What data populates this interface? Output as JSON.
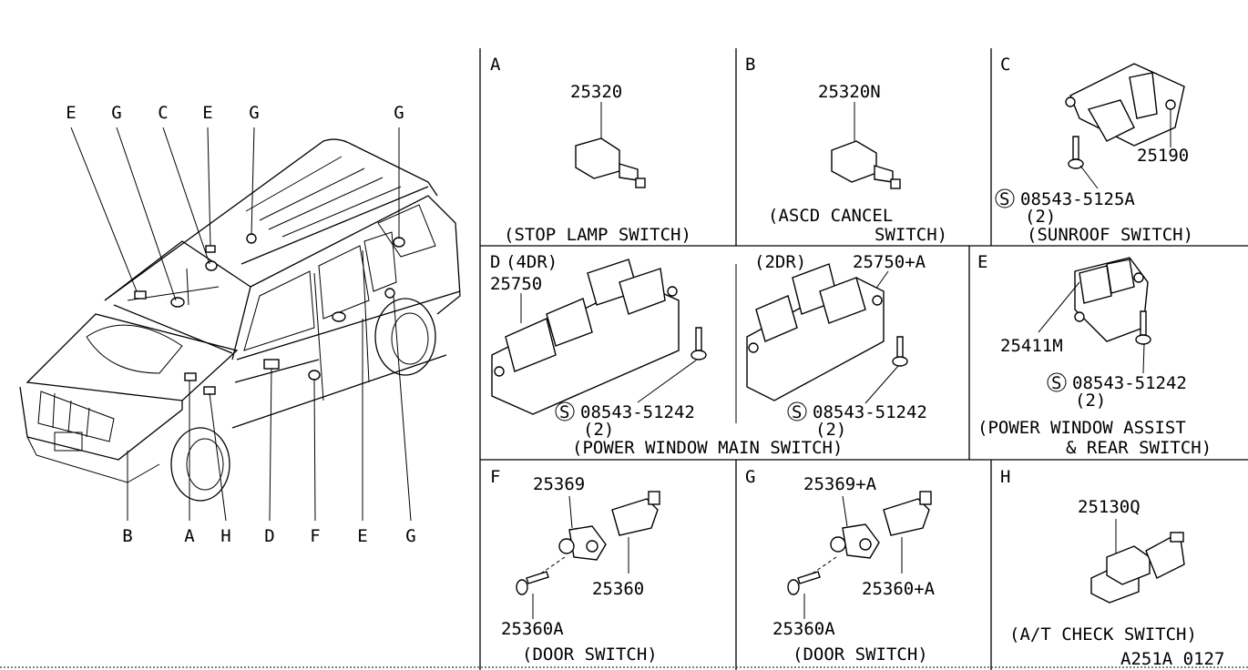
{
  "vehicle_labels": {
    "top": [
      "E",
      "G",
      "C",
      "E",
      "G",
      "G"
    ],
    "bottom": [
      "B",
      "A",
      "H",
      "D",
      "F",
      "E",
      "G"
    ]
  },
  "panels": {
    "A": {
      "letter": "A",
      "part": "25320",
      "caption": "(STOP LAMP SWITCH)"
    },
    "B": {
      "letter": "B",
      "part": "25320N",
      "caption1": "(ASCD CANCEL",
      "caption2": "SWITCH)"
    },
    "C": {
      "letter": "C",
      "part": "25190",
      "screw_symbol": "S",
      "screw": "08543-5125A",
      "qty": "(2)",
      "caption": "(SUNROOF SWITCH)"
    },
    "D": {
      "letter": "D",
      "variant_4dr": "(4DR)",
      "part_4dr": "25750",
      "variant_2dr": "(2DR)",
      "part_2dr": "25750+A",
      "screw_symbol": "S",
      "screw": "08543-51242",
      "qty": "(2)",
      "caption": "(POWER WINDOW MAIN SWITCH)"
    },
    "E": {
      "letter": "E",
      "part": "25411M",
      "screw_symbol": "S",
      "screw": "08543-51242",
      "qty": "(2)",
      "caption1": "(POWER WINDOW ASSIST",
      "caption2": "& REAR SWITCH)"
    },
    "F": {
      "letter": "F",
      "part1": "25369",
      "part2": "25360",
      "part3": "25360A",
      "caption": "(DOOR SWITCH)"
    },
    "G": {
      "letter": "G",
      "part1": "25369+A",
      "part2": "25360+A",
      "part3": "25360A",
      "caption": "(DOOR SWITCH)"
    },
    "H": {
      "letter": "H",
      "part": "25130Q",
      "caption": "(A/T CHECK SWITCH)"
    }
  },
  "diagram_code": "A251A 0127"
}
